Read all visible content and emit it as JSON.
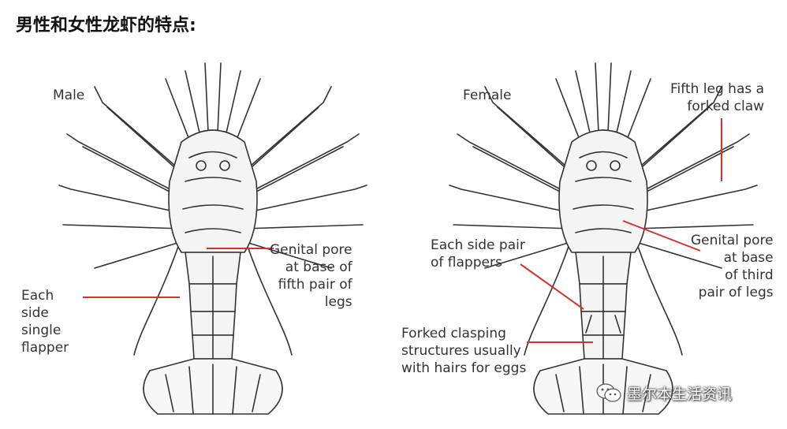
{
  "title": "男性和女性龙虾的特点:",
  "male": {
    "heading": "Male",
    "genital": [
      "Genital pore",
      "at base of",
      "fifth pair of",
      "legs"
    ],
    "flapper": [
      "Each",
      "side",
      "single",
      "flapper"
    ]
  },
  "female": {
    "heading": "Female",
    "fifth_leg": [
      "Fifth leg has a",
      "forked claw"
    ],
    "genital": [
      "Genital pore",
      "at base",
      "of third",
      "pair of legs"
    ],
    "flappers": [
      "Each side pair",
      "of flappers"
    ],
    "forked": [
      "Forked clasping",
      "structures usually",
      "with hairs for eggs"
    ]
  },
  "watermark": {
    "text": "墨尔本生活资讯",
    "icon": "wechat-icon"
  },
  "colors": {
    "leader_line": "#d0342c",
    "drawing": "#333333"
  }
}
